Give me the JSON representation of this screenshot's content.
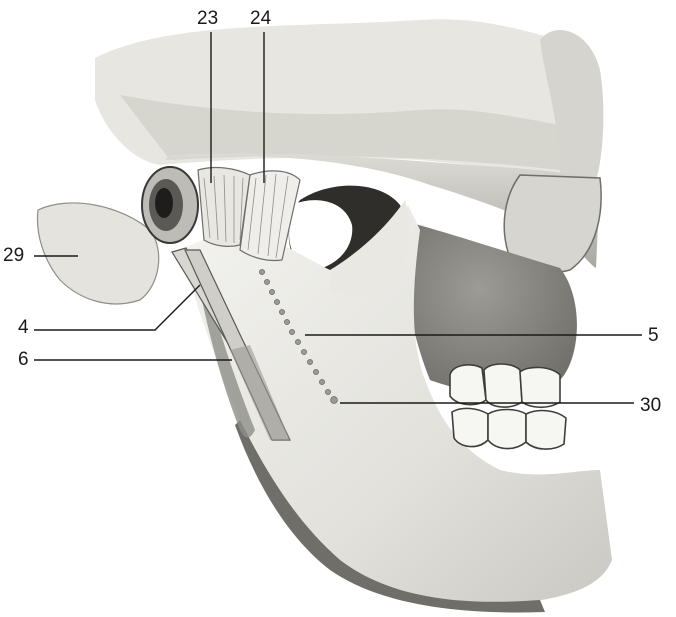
{
  "labels": {
    "l23": "23",
    "l24": "24",
    "l29": "29",
    "l4": "4",
    "l6": "6",
    "l5": "5",
    "l30": "30"
  },
  "colors": {
    "bone_light": "#eeeeea",
    "bone_mid": "#d9d8d2",
    "shadow": "#8f8e88",
    "shadow_dark": "#4a4946",
    "ligament": "#e2e1dc",
    "line": "#1a1a1a"
  }
}
